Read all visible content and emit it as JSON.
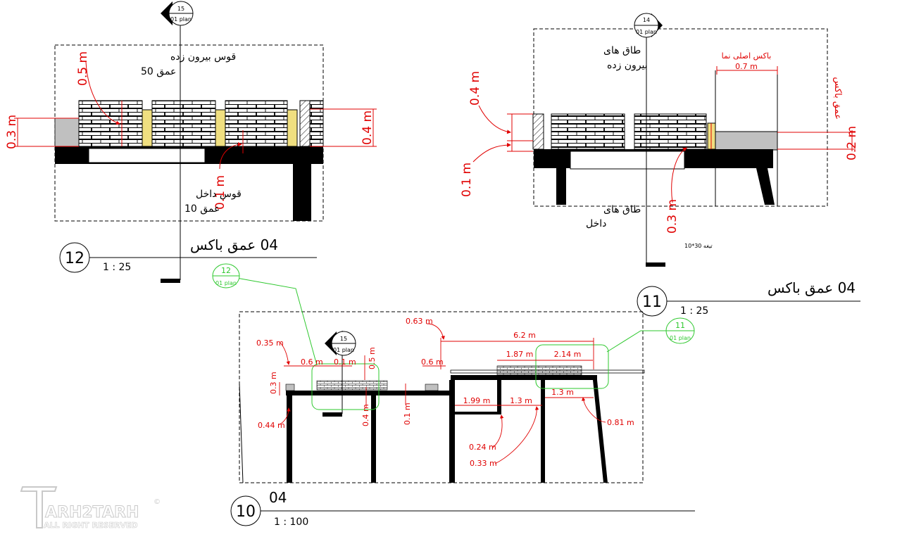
{
  "views": {
    "v12": {
      "number": "12",
      "title": "04 عمق باکس",
      "scale": "1 : 25",
      "marker": {
        "number": "15",
        "sheet": "01 plan"
      },
      "labels": {
        "outer_arch": "قوس بیرون زده",
        "outer_depth": "عمق 50",
        "inner_arch": "قوس داخل",
        "inner_depth": "عمق 10"
      },
      "dims": {
        "d1": "0.5 m",
        "d2": "0.3 m",
        "d3": "0.4 m",
        "d4": "0.1 m"
      }
    },
    "v11": {
      "number": "11",
      "title": "04 عمق باکس",
      "scale": "1 : 25",
      "marker": {
        "number": "14",
        "sheet": "01 plan"
      },
      "labels": {
        "outer_arch_1": "طاق های",
        "outer_arch_2": "بیرون زده",
        "inner_arch_1": "طاق های",
        "inner_arch_2": "داخل",
        "box_depth": "عمق باکس",
        "box_note": "باکس اصلی نما",
        "blade": "تیغه 30*10"
      },
      "dims": {
        "d1": "0.4 m",
        "d2": "0.1 m",
        "d3": "0.3 m",
        "d4": "0.7 m",
        "d5": "0.2 m"
      }
    },
    "v10": {
      "number": "10",
      "title": "04",
      "scale": "1 : 100",
      "marker": {
        "number": "15",
        "sheet": "01 plan"
      },
      "callout12": {
        "number": "12",
        "sheet": "01 plan"
      },
      "callout11": {
        "number": "11",
        "sheet": "01 plan"
      },
      "dims": {
        "a": "0.35 m",
        "b": "0.6 m",
        "c": "0.1 m",
        "d": "0.5 m",
        "e": "0.3 m",
        "f": "0.63 m",
        "g": "0.6 m",
        "h": "6.2 m",
        "i": "1.87 m",
        "j": "2.14 m",
        "k": "1.99 m",
        "l": "1.3 m",
        "m": "1.3 m",
        "n": "0.44 m",
        "o": "0.4 m",
        "p": "0.1 m",
        "q": "0.24 m",
        "r": "0.33 m",
        "s": "0.81 m"
      }
    }
  },
  "watermark": {
    "brand": "ARH2TARH",
    "rights": "ALL RIGHT RESERVED",
    "mark": "©"
  },
  "colors": {
    "dimension": "#e00000",
    "callout": "#2ec82e",
    "accent": "#f0df80",
    "fill_grey": "#c0c0c0"
  }
}
